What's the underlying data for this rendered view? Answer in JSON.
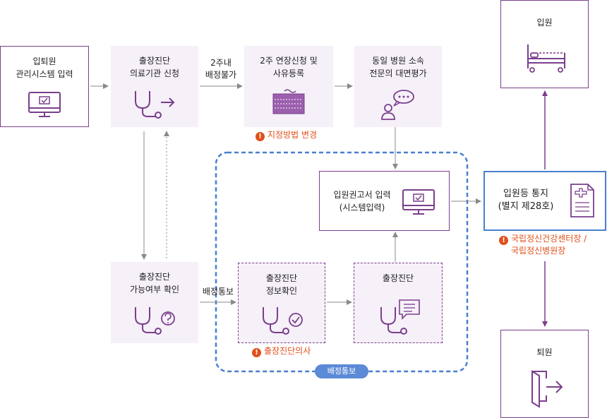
{
  "nodes": {
    "admission_system": {
      "lines": [
        "입퇴원",
        "관리시스템 입력"
      ]
    },
    "facility_request": {
      "lines": [
        "출장진단",
        "의료기관 신청"
      ]
    },
    "extension_request": {
      "lines": [
        "2주 연장신청 및",
        "사유등록"
      ]
    },
    "specialist_review": {
      "lines": [
        "동일 병원 소속",
        "전문의 대면평가"
      ]
    },
    "admission_top": {
      "lines": [
        "입원"
      ]
    },
    "recommendation_input": {
      "lines": [
        "입원권고서 입력",
        "(시스템입력)"
      ]
    },
    "notice": {
      "lines": [
        "입원등 통지",
        "(별지 제28호)"
      ]
    },
    "availability_check": {
      "lines": [
        "출장진단",
        "가능여부 확인"
      ]
    },
    "info_check": {
      "lines": [
        "출장진단",
        "정보확인"
      ]
    },
    "field_diagnosis": {
      "lines": [
        "출장진단"
      ]
    },
    "discharge": {
      "lines": [
        "퇴원"
      ]
    }
  },
  "edges": {
    "two_weeks": {
      "lines": [
        "2주내",
        "배정불가"
      ]
    },
    "assignment_notice": {
      "lines": [
        "배정통보"
      ]
    }
  },
  "warnings": {
    "designation_change": "지정방법 변경",
    "centers": [
      "국립정신건강센터장 /",
      "국립정신병원장"
    ],
    "doctor": "출장진단의사"
  },
  "group_label": "배정통보",
  "colors": {
    "purple": "#7a3f8c",
    "purple_light": "#f6f0f8",
    "blue": "#4a7fd0",
    "orange": "#e0501a",
    "arrow": "#8a8a8a"
  },
  "icons": [
    "monitor-check-icon",
    "stethoscope-arrow-icon",
    "keyboard-icon",
    "chat-person-icon",
    "hospital-bed-icon",
    "document-plus-icon",
    "stethoscope-question-icon",
    "stethoscope-check-icon",
    "stethoscope-note-icon",
    "exit-door-icon"
  ]
}
